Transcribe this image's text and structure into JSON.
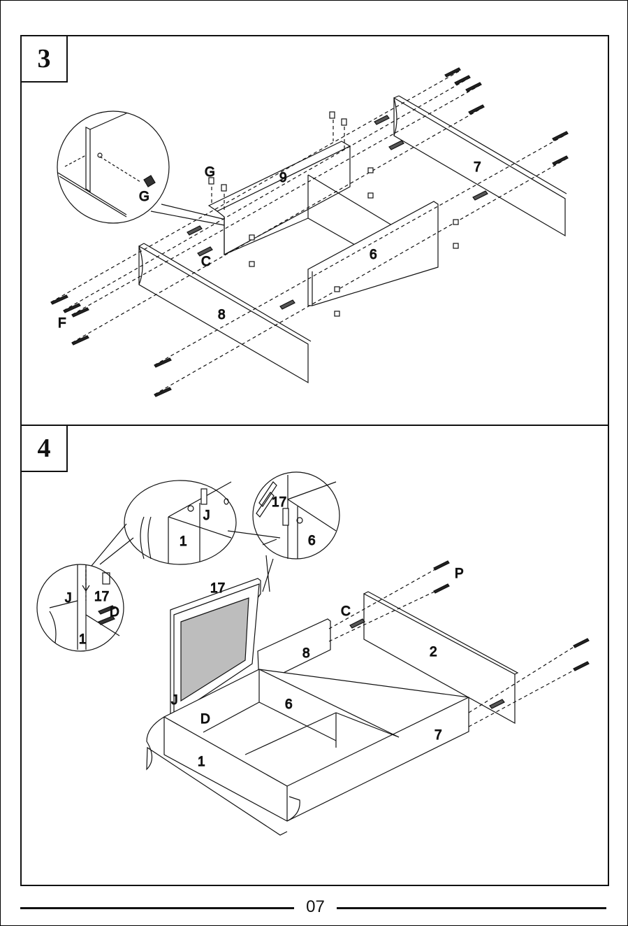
{
  "steps": [
    {
      "number": "3",
      "labels": {
        "panel_9": "9",
        "panel_7": "7",
        "panel_6": "6",
        "panel_8": "8",
        "hw_g_top": "G",
        "hw_g_detail": "G",
        "hw_c": "C",
        "hw_f": "F"
      }
    },
    {
      "number": "4",
      "labels": {
        "panel_1": "1",
        "panel_2": "2",
        "panel_6": "6",
        "panel_7": "7",
        "panel_8": "8",
        "panel_17": "17",
        "hw_p": "P",
        "hw_c": "C",
        "hw_d": "D",
        "hw_j": "J",
        "detail_a_j": "J",
        "detail_a_1": "1",
        "detail_b_17": "17",
        "detail_b_6": "6",
        "detail_c_j": "J",
        "detail_c_17": "17",
        "detail_c_d": "D",
        "detail_c_1": "1"
      }
    }
  ],
  "footer": {
    "page_number": "07"
  }
}
